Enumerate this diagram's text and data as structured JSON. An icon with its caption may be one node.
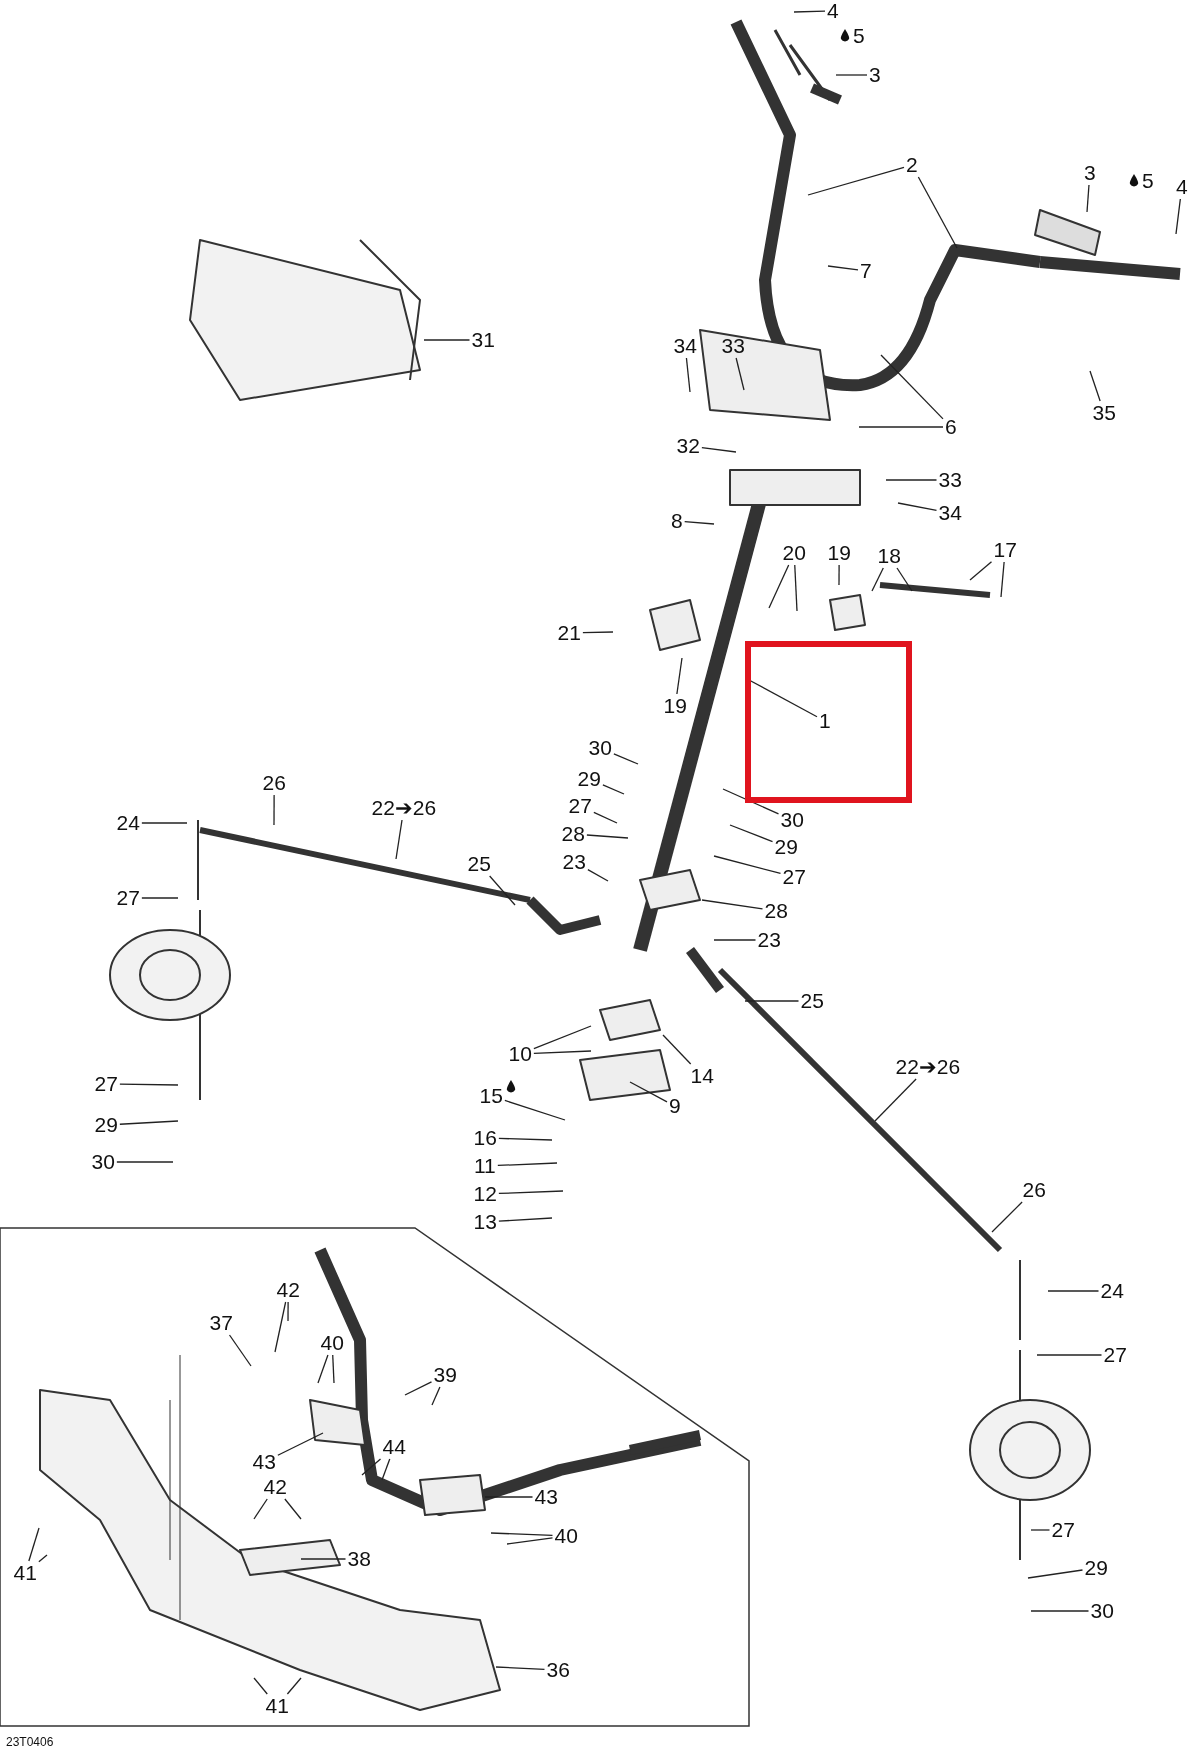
{
  "diagram": {
    "nodes": [
      {
        "text": [
          "4"
        ]
      },
      {
        "text": [
          "3"
        ]
      },
      {
        "text": [
          "2"
        ]
      },
      {
        "text": [
          "3"
        ]
      },
      {
        "text": [
          "4"
        ]
      },
      {
        "text": [
          "7"
        ]
      },
      {
        "text": [
          "31"
        ]
      },
      {
        "text": [
          "34"
        ]
      },
      {
        "text": [
          "33"
        ]
      },
      {
        "text": [
          "6"
        ]
      },
      {
        "text": [
          "35"
        ]
      },
      {
        "text": [
          "32"
        ]
      },
      {
        "text": [
          "33"
        ]
      },
      {
        "text": [
          "34"
        ]
      },
      {
        "text": [
          "8"
        ]
      },
      {
        "text": [
          "20"
        ]
      },
      {
        "text": [
          "19"
        ]
      },
      {
        "text": [
          "18"
        ]
      },
      {
        "text": [
          "17"
        ]
      },
      {
        "text": [
          "21"
        ]
      },
      {
        "text": [
          "19"
        ]
      },
      {
        "text": [],
        "shape": "box"
      },
      {
        "text": [
          "1"
        ],
        "in": 21
      },
      {
        "text": [
          "30"
        ]
      },
      {
        "text": [
          "29"
        ]
      },
      {
        "text": [
          "27"
        ]
      },
      {
        "text": [
          "28"
        ]
      },
      {
        "text": [
          "23"
        ]
      },
      {
        "text": [
          "26"
        ]
      },
      {
        "text": [
          "24"
        ]
      },
      {
        "text": [
          "22➔26"
        ]
      },
      {
        "text": [
          "25"
        ]
      },
      {
        "text": [
          "27"
        ]
      },
      {
        "text": [
          "30"
        ]
      },
      {
        "text": [
          "29"
        ]
      },
      {
        "text": [
          "27"
        ]
      },
      {
        "text": [
          "28"
        ]
      },
      {
        "text": [
          "23"
        ]
      },
      {
        "text": [
          "25"
        ]
      },
      {
        "text": [
          "10"
        ]
      },
      {
        "text": [
          "14"
        ]
      },
      {
        "text": [
          "9"
        ]
      },
      {
        "text": [
          "15"
        ]
      },
      {
        "text": [
          "16"
        ]
      },
      {
        "text": [
          "11"
        ]
      },
      {
        "text": [
          "12"
        ]
      },
      {
        "text": [
          "13"
        ]
      },
      {
        "text": [
          "27"
        ]
      },
      {
        "text": [
          "29"
        ]
      },
      {
        "text": [
          "30"
        ]
      },
      {
        "text": [
          "22➔26"
        ]
      },
      {
        "text": [
          "26"
        ]
      },
      {
        "text": [
          "24"
        ]
      },
      {
        "text": [
          "27"
        ]
      },
      {
        "text": [
          "27"
        ]
      },
      {
        "text": [
          "29"
        ]
      },
      {
        "text": [
          "30"
        ]
      },
      {
        "text": [],
        "shape": "box"
      },
      {
        "text": [
          "42"
        ],
        "in": 57
      },
      {
        "text": [
          "37"
        ],
        "in": 57
      },
      {
        "text": [
          "40"
        ],
        "in": 57
      },
      {
        "text": [
          "39"
        ],
        "in": 57
      },
      {
        "text": [
          "44"
        ],
        "in": 57
      },
      {
        "text": [
          "43"
        ],
        "in": 57
      },
      {
        "text": [
          "43"
        ],
        "in": 57
      },
      {
        "text": [
          "42"
        ],
        "in": 57
      },
      {
        "text": [
          "40"
        ],
        "in": 57
      },
      {
        "text": [
          "41"
        ],
        "in": 57
      },
      {
        "text": [
          "38"
        ],
        "in": 57
      },
      {
        "text": [
          "36"
        ],
        "in": 57
      },
      {
        "text": [
          "41"
        ],
        "in": 57
      }
    ],
    "edges": [
      {
        "from": 0,
        "to": null,
        "arrow": "none"
      },
      {
        "from": 1,
        "to": null,
        "arrow": "none"
      },
      {
        "from": 2,
        "to": null,
        "arrow": "none"
      },
      {
        "from": 2,
        "to": null,
        "arrow": "none"
      },
      {
        "from": 3,
        "to": null,
        "arrow": "none"
      },
      {
        "from": 4,
        "to": null,
        "arrow": "none"
      },
      {
        "from": 5,
        "to": null,
        "arrow": "none"
      },
      {
        "from": 6,
        "to": null,
        "arrow": "none"
      },
      {
        "from": 7,
        "to": null,
        "arrow": "none"
      },
      {
        "from": 8,
        "to": null,
        "arrow": "none"
      },
      {
        "from": 9,
        "to": null,
        "arrow": "none"
      },
      {
        "from": 9,
        "to": null,
        "arrow": "none"
      },
      {
        "from": 10,
        "to": null,
        "arrow": "none"
      },
      {
        "from": 11,
        "to": null,
        "arrow": "none"
      },
      {
        "from": 12,
        "to": null,
        "arrow": "none"
      },
      {
        "from": 13,
        "to": null,
        "arrow": "none"
      },
      {
        "from": 14,
        "to": null,
        "arrow": "none"
      },
      {
        "from": 15,
        "to": null,
        "arrow": "none"
      },
      {
        "from": 15,
        "to": null,
        "arrow": "none"
      },
      {
        "from": 16,
        "to": null,
        "arrow": "none"
      },
      {
        "from": 17,
        "to": null,
        "arrow": "none"
      },
      {
        "from": 17,
        "to": null,
        "arrow": "none"
      },
      {
        "from": 18,
        "to": null,
        "arrow": "none"
      },
      {
        "from": 18,
        "to": null,
        "arrow": "none"
      },
      {
        "from": 19,
        "to": null,
        "arrow": "none"
      },
      {
        "from": 20,
        "to": null,
        "arrow": "none"
      },
      {
        "from": 22,
        "to": null,
        "arrow": "none"
      },
      {
        "from": 23,
        "to": null,
        "arrow": "none"
      },
      {
        "from": 24,
        "to": null,
        "arrow": "none"
      },
      {
        "from": 25,
        "to": null,
        "arrow": "none"
      },
      {
        "from": 26,
        "to": null,
        "arrow": "none"
      },
      {
        "from": 27,
        "to": null,
        "arrow": "none"
      },
      {
        "from": 28,
        "to": null,
        "arrow": "none"
      },
      {
        "from": 29,
        "to": null,
        "arrow": "none"
      },
      {
        "from": 30,
        "to": null,
        "arrow": "none"
      },
      {
        "from": 31,
        "to": null,
        "arrow": "none"
      },
      {
        "from": 32,
        "to": null,
        "arrow": "none"
      },
      {
        "from": 33,
        "to": null,
        "arrow": "none"
      },
      {
        "from": 34,
        "to": null,
        "arrow": "none"
      },
      {
        "from": 35,
        "to": null,
        "arrow": "none"
      },
      {
        "from": 36,
        "to": null,
        "arrow": "none"
      },
      {
        "from": 37,
        "to": null,
        "arrow": "none"
      },
      {
        "from": 38,
        "to": null,
        "arrow": "none"
      },
      {
        "from": 39,
        "to": null,
        "arrow": "none"
      },
      {
        "from": 39,
        "to": null,
        "arrow": "none"
      },
      {
        "from": 40,
        "to": null,
        "arrow": "none"
      },
      {
        "from": 41,
        "to": null,
        "arrow": "none"
      },
      {
        "from": 42,
        "to": null,
        "arrow": "none"
      },
      {
        "from": 43,
        "to": null,
        "arrow": "none"
      },
      {
        "from": 44,
        "to": null,
        "arrow": "none"
      },
      {
        "from": 45,
        "to": null,
        "arrow": "none"
      },
      {
        "from": 46,
        "to": null,
        "arrow": "none"
      },
      {
        "from": 47,
        "to": null,
        "arrow": "none"
      },
      {
        "from": 48,
        "to": null,
        "arrow": "none"
      },
      {
        "from": 49,
        "to": null,
        "arrow": "none"
      },
      {
        "from": 50,
        "to": null,
        "arrow": "none"
      },
      {
        "from": 51,
        "to": null,
        "arrow": "none"
      },
      {
        "from": 52,
        "to": null,
        "arrow": "none"
      },
      {
        "from": 53,
        "to": null,
        "arrow": "none"
      },
      {
        "from": 54,
        "to": null,
        "arrow": "none"
      },
      {
        "from": 55,
        "to": null,
        "arrow": "none"
      },
      {
        "from": 56,
        "to": null,
        "arrow": "none"
      },
      {
        "from": 58,
        "to": null,
        "arrow": "none"
      },
      {
        "from": 58,
        "to": null,
        "arrow": "none"
      },
      {
        "from": 59,
        "to": null,
        "arrow": "none"
      },
      {
        "from": 60,
        "to": null,
        "arrow": "none"
      },
      {
        "from": 60,
        "to": null,
        "arrow": "none"
      },
      {
        "from": 61,
        "to": null,
        "arrow": "none"
      },
      {
        "from": 61,
        "to": null,
        "arrow": "none"
      },
      {
        "from": 62,
        "to": null,
        "arrow": "none"
      },
      {
        "from": 62,
        "to": null,
        "arrow": "none"
      },
      {
        "from": 63,
        "to": null,
        "arrow": "none"
      },
      {
        "from": 64,
        "to": null,
        "arrow": "none"
      },
      {
        "from": 65,
        "to": null,
        "arrow": "none"
      },
      {
        "from": 65,
        "to": null,
        "arrow": "none"
      },
      {
        "from": 66,
        "to": null,
        "arrow": "none"
      },
      {
        "from": 66,
        "to": null,
        "arrow": "none"
      },
      {
        "from": 67,
        "to": null,
        "arrow": "none"
      },
      {
        "from": 67,
        "to": null,
        "arrow": "none"
      },
      {
        "from": 68,
        "to": null,
        "arrow": "none"
      },
      {
        "from": 69,
        "to": null,
        "arrow": "none"
      },
      {
        "from": 70,
        "to": null,
        "arrow": "none"
      },
      {
        "from": 70,
        "to": null,
        "arrow": "none"
      }
    ],
    "labels": [
      "5",
      "5",
      "23T0406"
    ]
  }
}
